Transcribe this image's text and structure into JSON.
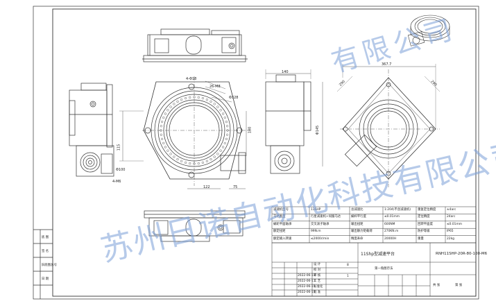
{
  "title_block": {
    "table_rows": [
      [
        "减速机型号",
        "11SHP",
        "总减速比",
        "1:204(不含减速机)",
        "重复定位精度",
        "±4arc"
      ],
      [
        "马达类型",
        "行星减速机+伺服马达",
        "蜗杆平行度",
        "≤0.01mm",
        "定位精度",
        "24arc"
      ],
      [
        "蜗轮平面轴承",
        "交叉滚子轴承",
        "输出扭矩",
        "600NM",
        "回转平面度",
        "≤0.01mm"
      ],
      [
        "额定扭矩",
        "99N.m",
        "输出静力矩载荷",
        "270KN.m",
        "防护等级",
        "IP65"
      ],
      [
        "额定输入转速",
        "≤2000r/min",
        "精度寿命",
        "20000H",
        "重量",
        "22kg"
      ]
    ],
    "part_no": "RNH11SHP-20R-80-100-M6",
    "drawing_name": "11Shp型减速平台",
    "sheet_label": "第一角图示法",
    "weight_label": "共 张",
    "sheet_of": "第 张",
    "left_col_labels": [
      "底 图",
      "签 名",
      "旧底图总号",
      "日 期"
    ],
    "small_rows": [
      "设 计",
      "校 对",
      "审 核",
      "工 艺",
      "标准化",
      "批 准"
    ],
    "small_dates": [
      "2022-06-11",
      "2022-06-11",
      "2022-06-11",
      "2022-06-11"
    ],
    "right_small": [
      "8",
      "1"
    ]
  },
  "dims": {
    "d4x18": "4-Φ18",
    "d26m8": "26-M8",
    "d328": "Φ328",
    "d115": "115",
    "d100": "Φ100",
    "d4m6": "4-M6",
    "d122": "122",
    "d75": "75",
    "d180": "180",
    "d140": "140",
    "d367": "367.7",
    "d290": "290",
    "d290b": "290",
    "d145": "Φ145"
  },
  "watermark": {
    "bottom_text": "苏州日诺自动化科技有限公司",
    "top_text": "有限公司"
  },
  "colors": {
    "line": "#333333",
    "watermark": "#7c9fd8"
  }
}
